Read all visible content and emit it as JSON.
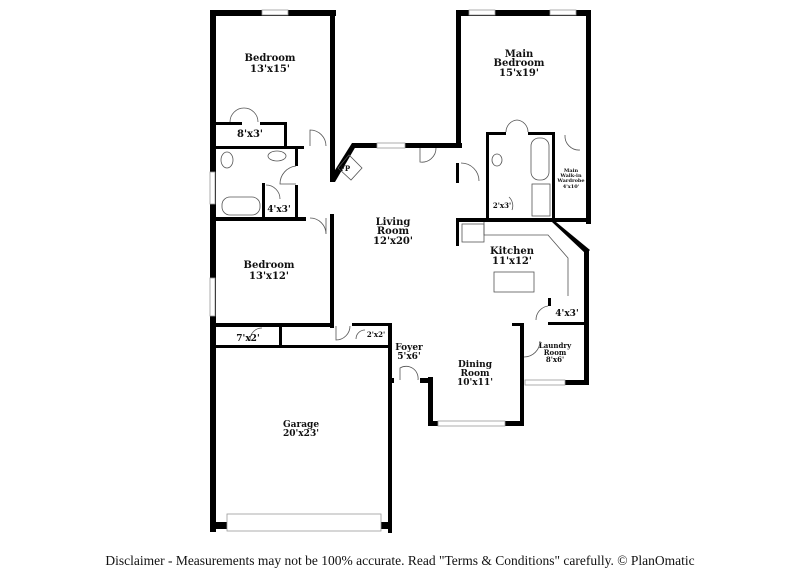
{
  "rooms": {
    "bedroom1": {
      "name": "Bedroom",
      "size": "13'x15'"
    },
    "closet1": {
      "size": "8'x3'"
    },
    "closet2": {
      "size": "4'x3'"
    },
    "bedroom2": {
      "name": "Bedroom",
      "size": "13'x12'"
    },
    "closet3": {
      "size": "7'x2'"
    },
    "closet4": {
      "size": "2'x2'"
    },
    "fireplace": {
      "name": "FP"
    },
    "living": {
      "name1": "Living",
      "name2": "Room",
      "size": "12'x20'"
    },
    "main_bedroom": {
      "name1": "Main",
      "name2": "Bedroom",
      "size": "15'x19'"
    },
    "main_wardrobe": {
      "name1": "Main",
      "name2": "Walk-in",
      "name3": "Wardrobe",
      "size": "4'x10'"
    },
    "closet5": {
      "size": "2'x3'"
    },
    "kitchen": {
      "name": "Kitchen",
      "size": "11'x12'"
    },
    "pantry": {
      "size": "4'x3'"
    },
    "laundry": {
      "name1": "Laundry",
      "name2": "Room",
      "size": "8'x6'"
    },
    "foyer": {
      "name": "Foyer",
      "size": "5'x6'"
    },
    "dining": {
      "name1": "Dining",
      "name2": "Room",
      "size": "10'x11'"
    },
    "garage": {
      "name": "Garage",
      "size": "20'x23'"
    }
  },
  "disclaimer": "Disclaimer - Measurements may not be 100% accurate. Read \"Terms & Conditions\" carefully. © PlanOmatic"
}
